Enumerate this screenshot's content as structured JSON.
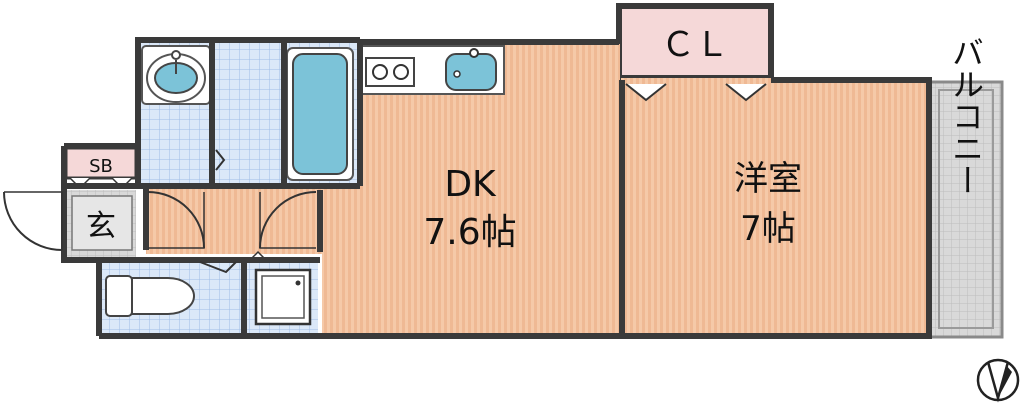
{
  "rooms": {
    "dk": {
      "name": "DK",
      "size": "7.6帖"
    },
    "western": {
      "name": "洋室",
      "size": "7帖"
    },
    "closet": {
      "name": "ＣＬ"
    },
    "balcony": {
      "name": "バルコニー"
    },
    "entrance": {
      "name": "玄"
    },
    "shoe_box": {
      "name": "SB"
    }
  },
  "colors": {
    "wall": "#3a3a3a",
    "floor_wood": "#f5c9a8",
    "floor_stripe": "#efb994",
    "tile_blue": "#cfe0f5",
    "closet_pink": "#f5d8d8",
    "fixture_blue": "#7cc3d8",
    "balcony_gray": "#cfcfcf"
  },
  "compass": {
    "icon": "north-arrow-icon"
  }
}
